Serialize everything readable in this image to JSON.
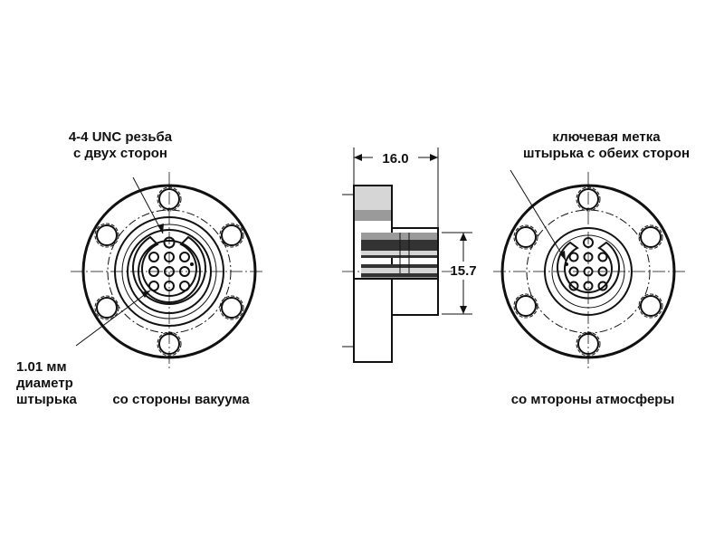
{
  "labels": {
    "thread": [
      "4-4 UNC резьба",
      "с двух сторон"
    ],
    "pin_key": [
      "ключевая метка",
      "штырька с обеих сторон"
    ],
    "pin_diameter": [
      "1.01 мм",
      "диаметр",
      "штырька"
    ],
    "vacuum_side": "со стороны вакуума",
    "atmosphere_side": "со мтороны атмосферы"
  },
  "dimensions": {
    "width": "16.0",
    "height": "15.7"
  },
  "colors": {
    "line": "#111111",
    "shade_dark": "#333333",
    "shade_mid": "#9a9a9a",
    "shade_light": "#d6d6d6"
  }
}
